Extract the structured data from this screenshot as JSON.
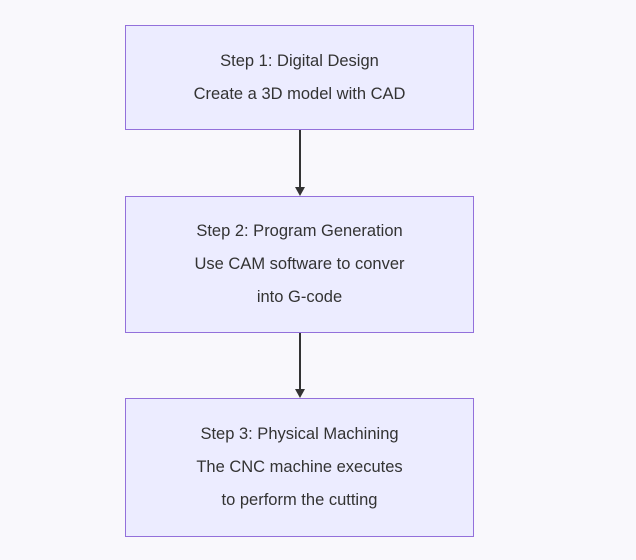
{
  "page": {
    "background_color": "#f9f8fc"
  },
  "diagram": {
    "type": "flowchart-vertical",
    "style": {
      "node_fill": "#ECECFF",
      "node_border": "#9370DB",
      "text_color": "#333333",
      "arrow_color": "#333333"
    },
    "nodes": [
      {
        "id": "step1",
        "lines": {
          "0": "Step 1: Digital Design",
          "1": "Create a 3D model with CAD"
        }
      },
      {
        "id": "step2",
        "lines": {
          "0": "Step 2: Program Generation",
          "1": "Use CAM software to conver",
          "2": "into G-code"
        }
      },
      {
        "id": "step3",
        "lines": {
          "0": "Step 3: Physical Machining",
          "1": "The CNC machine executes",
          "2": "to perform the cutting"
        }
      }
    ],
    "edges": [
      {
        "from": "step1",
        "to": "step2"
      },
      {
        "from": "step2",
        "to": "step3"
      }
    ]
  }
}
